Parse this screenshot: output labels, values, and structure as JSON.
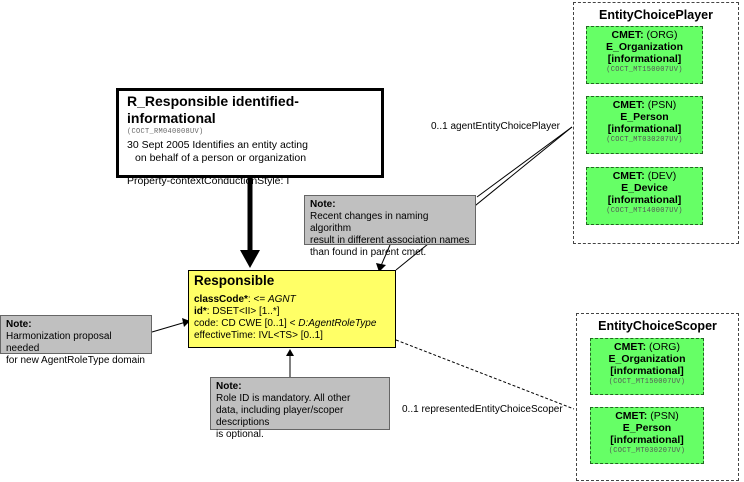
{
  "header": {
    "title": "R_Responsible identified-informational",
    "code": "(COCT_RM040008UV)",
    "description_line1": "30 Sept 2005 Identifies an entity acting",
    "description_line2": "on behalf of a person or organization",
    "property": "Property-contextConductionStyle: I"
  },
  "responsible": {
    "name": "Responsible",
    "classCode_label": "classCode*",
    "classCode_value": ": <= ",
    "classCode_code": "AGNT",
    "id_label": "id*",
    "id_value": ": DSET<II> [1..*]",
    "code_line": "code: CD CWE [0..1] < ",
    "code_type": "D:AgentRoleType",
    "effectiveTime": "effectiveTime: IVL<TS> [0..1]"
  },
  "notes": {
    "naming": {
      "heading": "Note:",
      "lines": [
        "Recent changes in naming algorithm",
        "result in different association names",
        "than found in parent cmet."
      ]
    },
    "harmonization": {
      "heading": "Note:",
      "lines": [
        "Harmonization proposal needed",
        "for new AgentRoleType domain"
      ]
    },
    "roleid": {
      "heading": "Note:",
      "lines": [
        "Role ID is mandatory.  All other",
        "data, including player/scoper descriptions",
        "is optional."
      ]
    }
  },
  "player": {
    "title": "EntityChoicePlayer",
    "association": "0..1 agentEntityChoicePlayer",
    "cmets": [
      {
        "prefix": "CMET:",
        "kind": " (ORG)",
        "name": "E_Organization",
        "status": "[informational]",
        "code": "(COCT_MT150007UV)"
      },
      {
        "prefix": "CMET:",
        "kind": " (PSN)",
        "name": "E_Person",
        "status": "[informational]",
        "code": "(COCT_MT030207UV)"
      },
      {
        "prefix": "CMET:",
        "kind": " (DEV)",
        "name": "E_Device",
        "status": "[informational]",
        "code": "(COCT_MT140007UV)"
      }
    ]
  },
  "scoper": {
    "title": "EntityChoiceScoper",
    "association": "0..1 representedEntityChoiceScoper",
    "cmets": [
      {
        "prefix": "CMET:",
        "kind": " (ORG)",
        "name": "E_Organization",
        "status": "[informational]",
        "code": "(COCT_MT150007UV)"
      },
      {
        "prefix": "CMET:",
        "kind": " (PSN)",
        "name": "E_Person",
        "status": "[informational]",
        "code": "(COCT_MT030207UV)"
      }
    ]
  }
}
